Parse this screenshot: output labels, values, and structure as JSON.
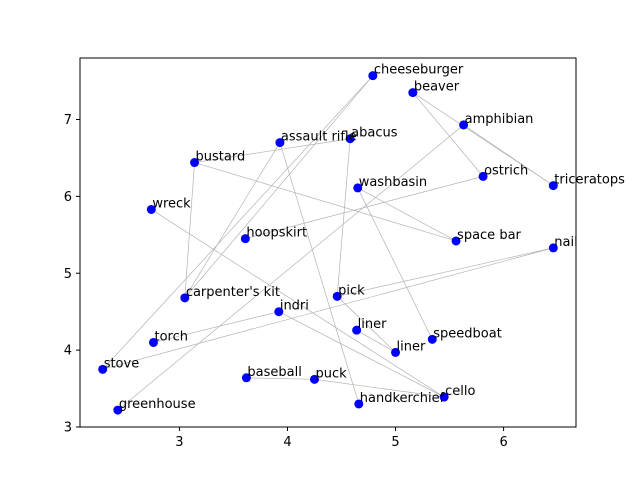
{
  "chart_data": {
    "type": "scatter",
    "title": "",
    "xlabel": "",
    "ylabel": "",
    "xlim": [
      2.08,
      6.67
    ],
    "ylim": [
      3.0,
      7.8
    ],
    "xticks": [
      3,
      4,
      5,
      6
    ],
    "yticks": [
      3,
      4,
      5,
      6,
      7
    ],
    "grid": false,
    "point_color": "#0000ff",
    "edge_color": "#b3b3b3",
    "points": [
      {
        "label": "cheeseburger",
        "x": 4.79,
        "y": 7.57
      },
      {
        "label": "beaver",
        "x": 5.16,
        "y": 7.35
      },
      {
        "label": "amphibian",
        "x": 5.63,
        "y": 6.93
      },
      {
        "label": "assault rifle",
        "x": 3.93,
        "y": 6.7
      },
      {
        "label": "abacus",
        "x": 4.58,
        "y": 6.75
      },
      {
        "label": "bustard",
        "x": 3.14,
        "y": 6.44
      },
      {
        "label": "ostrich",
        "x": 5.81,
        "y": 6.26
      },
      {
        "label": "triceratops",
        "x": 6.46,
        "y": 6.14
      },
      {
        "label": "washbasin",
        "x": 4.65,
        "y": 6.11
      },
      {
        "label": "wreck",
        "x": 2.74,
        "y": 5.83
      },
      {
        "label": "hoopskirt",
        "x": 3.61,
        "y": 5.45
      },
      {
        "label": "space bar",
        "x": 5.56,
        "y": 5.42
      },
      {
        "label": "nail",
        "x": 6.46,
        "y": 5.33
      },
      {
        "label": "carpenter's kit",
        "x": 3.05,
        "y": 4.68
      },
      {
        "label": "pick",
        "x": 4.46,
        "y": 4.7
      },
      {
        "label": "indri",
        "x": 3.92,
        "y": 4.5
      },
      {
        "label": "liner",
        "x": 4.64,
        "y": 4.26
      },
      {
        "label": "speedboat",
        "x": 5.34,
        "y": 4.14
      },
      {
        "label": "torch",
        "x": 2.76,
        "y": 4.1
      },
      {
        "label": "liner",
        "x": 5.0,
        "y": 3.97
      },
      {
        "label": "stove",
        "x": 2.29,
        "y": 3.75
      },
      {
        "label": "baseball",
        "x": 3.62,
        "y": 3.64
      },
      {
        "label": "puck",
        "x": 4.25,
        "y": 3.62
      },
      {
        "label": "cello",
        "x": 5.45,
        "y": 3.39
      },
      {
        "label": "handkerchief",
        "x": 4.66,
        "y": 3.3
      },
      {
        "label": "greenhouse",
        "x": 2.43,
        "y": 3.22
      }
    ],
    "edges": [
      [
        0,
        13
      ],
      [
        0,
        20
      ],
      [
        1,
        6
      ],
      [
        1,
        7
      ],
      [
        2,
        7
      ],
      [
        2,
        25
      ],
      [
        3,
        13
      ],
      [
        3,
        24
      ],
      [
        4,
        14
      ],
      [
        4,
        5
      ],
      [
        5,
        11
      ],
      [
        5,
        13
      ],
      [
        6,
        10
      ],
      [
        8,
        17
      ],
      [
        8,
        11
      ],
      [
        9,
        23
      ],
      [
        12,
        14
      ],
      [
        12,
        20
      ],
      [
        14,
        19
      ],
      [
        15,
        23
      ],
      [
        15,
        18
      ],
      [
        21,
        22
      ],
      [
        22,
        23
      ],
      [
        16,
        19
      ]
    ]
  }
}
